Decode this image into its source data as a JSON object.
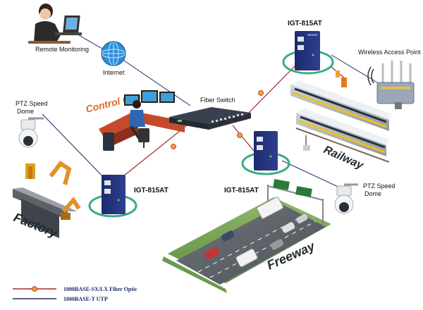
{
  "labels": {
    "remote_monitoring": "Remote Monitoring",
    "internet": "Internet",
    "control_center": "Control Center",
    "fiber_switch": "Fiber Switch",
    "ptz_left_1": "PTZ Speed",
    "ptz_left_2": "Dome",
    "ptz_right_1": "PTZ Speed",
    "ptz_right_2": "Dome",
    "wireless_ap": "Wireless Access Point",
    "igt_top": "IGT-815AT",
    "igt_left": "IGT-815AT",
    "igt_mid": "IGT-815AT",
    "railway": "Railway",
    "factory": "Factory",
    "freeway": "Freeway"
  },
  "legend": {
    "fiber": "1000BASE-SX/LX Fiber Optic",
    "utp": "1000BASE-T UTP"
  },
  "colors": {
    "fiber_line": "#a0282a",
    "fiber_marker": "#f0a030",
    "utp_line": "#1a2a6c",
    "ring": "#3aaa88",
    "accent": "#e2672a"
  },
  "icons": [
    "person-laptop-icon",
    "globe-icon",
    "media-converter-icon",
    "fiber-switch-icon",
    "ptz-dome-icon",
    "wireless-ap-icon",
    "train-icon",
    "factory-robot-icon",
    "freeway-icon",
    "operator-desk-icon"
  ]
}
